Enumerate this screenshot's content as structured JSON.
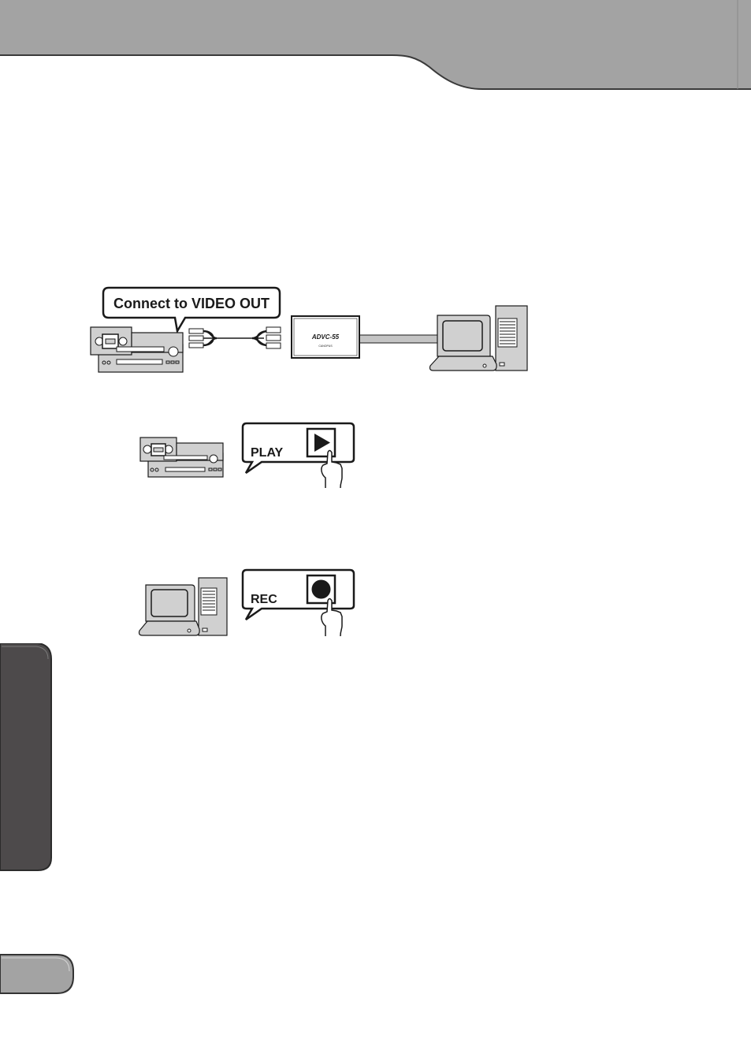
{
  "diagram_connect": {
    "callout_label": "Connect to VIDEO OUT",
    "device_model": "ADVC-55",
    "device_brand": "CANOPUS"
  },
  "diagram_play": {
    "callout_label": "PLAY"
  },
  "diagram_rec": {
    "callout_label": "REC"
  },
  "colors": {
    "header_band": "#a3a3a3",
    "side_tab": "#4d4a4b",
    "page_tab": "#a3a3a3",
    "cable": "#c4c4c4",
    "device_fill": "#d0d0d0",
    "line": "#1a1a1a"
  }
}
